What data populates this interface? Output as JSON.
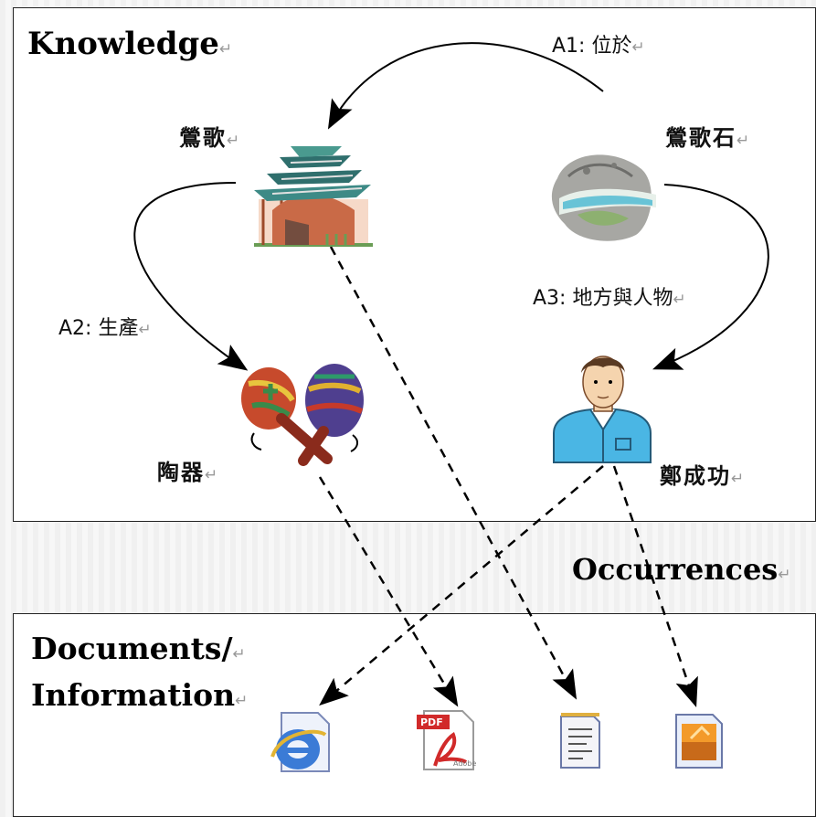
{
  "sections": {
    "knowledge": "Knowledge",
    "occurrences": "Occurrences",
    "documents_line1": "Documents/",
    "documents_line2": "Information"
  },
  "topics": {
    "place": "鶯歌",
    "stone": "鶯歌石",
    "pottery": "陶器",
    "person": "鄭成功"
  },
  "associations": {
    "a1": "A1: 位於",
    "a2": "A2: 生產",
    "a3": "A3: 地方與人物"
  },
  "return_mark": "↵",
  "document_icons": [
    "ie-page-icon",
    "pdf-document-icon",
    "text-document-icon",
    "image-document-icon"
  ]
}
